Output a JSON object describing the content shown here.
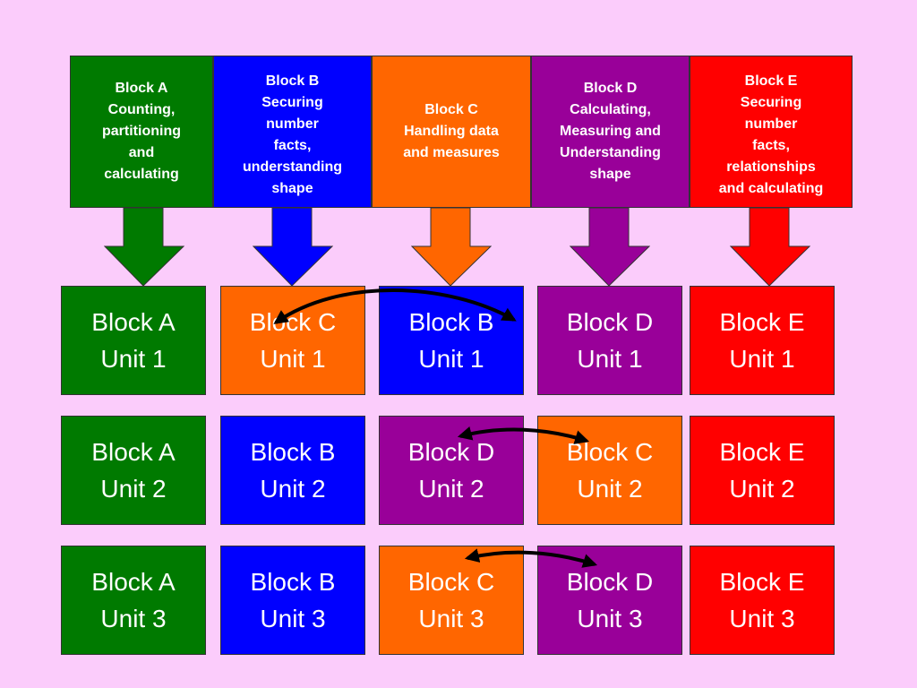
{
  "colors": {
    "background": "#fbccfb",
    "A": "#007a00",
    "B": "#0000ff",
    "C": "#ff6600",
    "D": "#990099",
    "E": "#ff0000"
  },
  "headers": [
    {
      "block": "A",
      "text": "Block A\nCounting,\npartitioning\nand\ncalculating"
    },
    {
      "block": "B",
      "text": "Block B\nSecuring\nnumber\nfacts,\nunderstanding\nshape"
    },
    {
      "block": "C",
      "text": "Block C\nHandling data\nand measures"
    },
    {
      "block": "D",
      "text": "Block D\nCalculating,\nMeasuring and\nUnderstanding\nshape"
    },
    {
      "block": "E",
      "text": "Block E\nSecuring\nnumber\nfacts,\nrelationships\nand calculating"
    }
  ],
  "rows": [
    [
      {
        "block": "A",
        "label": "Block A\nUnit 1"
      },
      {
        "block": "C",
        "label": "Block C\nUnit 1"
      },
      {
        "block": "B",
        "label": "Block B\nUnit 1"
      },
      {
        "block": "D",
        "label": "Block D\nUnit 1"
      },
      {
        "block": "E",
        "label": "Block E\nUnit 1"
      }
    ],
    [
      {
        "block": "A",
        "label": "Block A\nUnit 2"
      },
      {
        "block": "B",
        "label": "Block B\nUnit 2"
      },
      {
        "block": "D",
        "label": "Block D\nUnit 2"
      },
      {
        "block": "C",
        "label": "Block C\nUnit 2"
      },
      {
        "block": "E",
        "label": "Block E\nUnit 2"
      }
    ],
    [
      {
        "block": "A",
        "label": "Block A\nUnit 3"
      },
      {
        "block": "B",
        "label": "Block B\nUnit 3"
      },
      {
        "block": "C",
        "label": "Block C\nUnit 3"
      },
      {
        "block": "D",
        "label": "Block D\nUnit 3"
      },
      {
        "block": "E",
        "label": "Block E\nUnit 3"
      }
    ]
  ]
}
